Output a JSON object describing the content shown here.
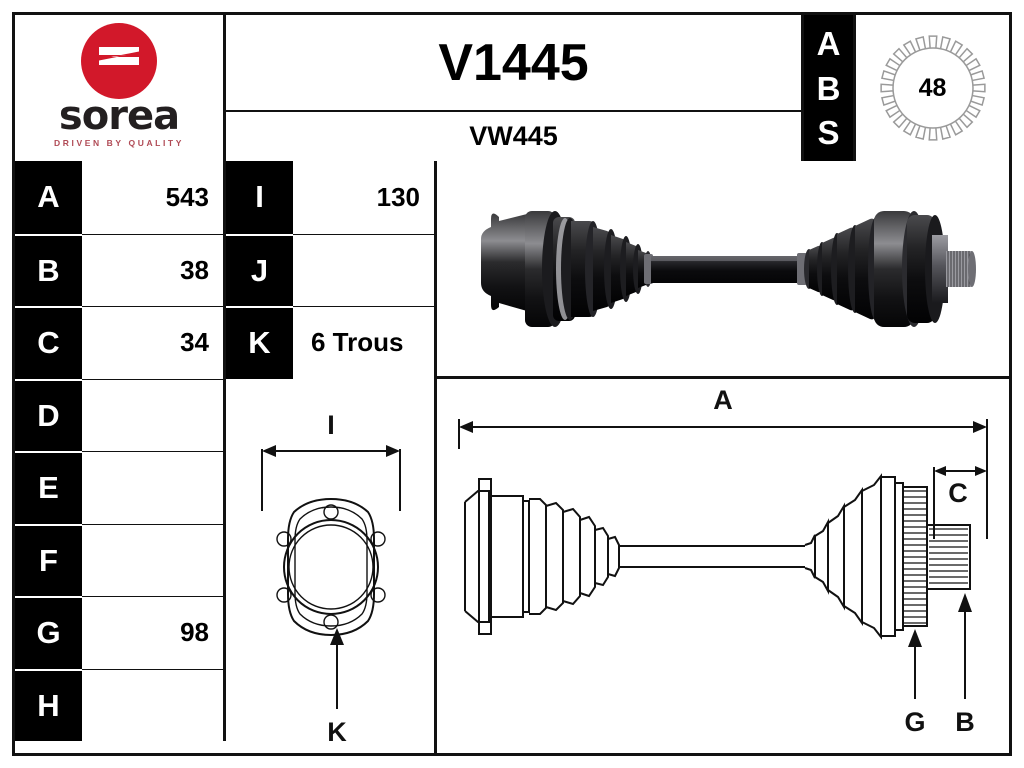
{
  "brand": {
    "name": "sorea",
    "tagline": "DRIVEN BY QUALITY",
    "logo_color": "#d2182a",
    "tagline_color": "#b04a55",
    "logo_icon": "sorea-s-logo"
  },
  "header": {
    "reference": "V1445",
    "oem_reference": "VW445",
    "abs_label_letters": [
      "A",
      "B",
      "S"
    ],
    "abs_teeth_count": "48",
    "abs_icon": "abs-toothed-ring-icon"
  },
  "spec_table": {
    "left_column": [
      {
        "code": "A",
        "value": "543"
      },
      {
        "code": "B",
        "value": "38"
      },
      {
        "code": "C",
        "value": "34"
      },
      {
        "code": "D",
        "value": ""
      },
      {
        "code": "E",
        "value": ""
      },
      {
        "code": "F",
        "value": ""
      },
      {
        "code": "G",
        "value": "98"
      },
      {
        "code": "H",
        "value": ""
      }
    ],
    "right_column": [
      {
        "code": "I",
        "value": "130",
        "align": "right"
      },
      {
        "code": "J",
        "value": "",
        "align": "right"
      },
      {
        "code": "K",
        "value": "6 Trous",
        "align": "left"
      }
    ]
  },
  "photo_panel": {
    "caption": "",
    "icon": "cv-drive-shaft-photo"
  },
  "flange_drawing": {
    "dim_label": "I",
    "callout_label": "K",
    "icon": "six-hole-flange-diagram"
  },
  "shaft_drawing": {
    "dim_label_overall": "A",
    "dim_label_spline": "C",
    "callout_abs_ring": "G",
    "callout_spline": "B",
    "icon": "cv-drive-shaft-line-diagram"
  }
}
